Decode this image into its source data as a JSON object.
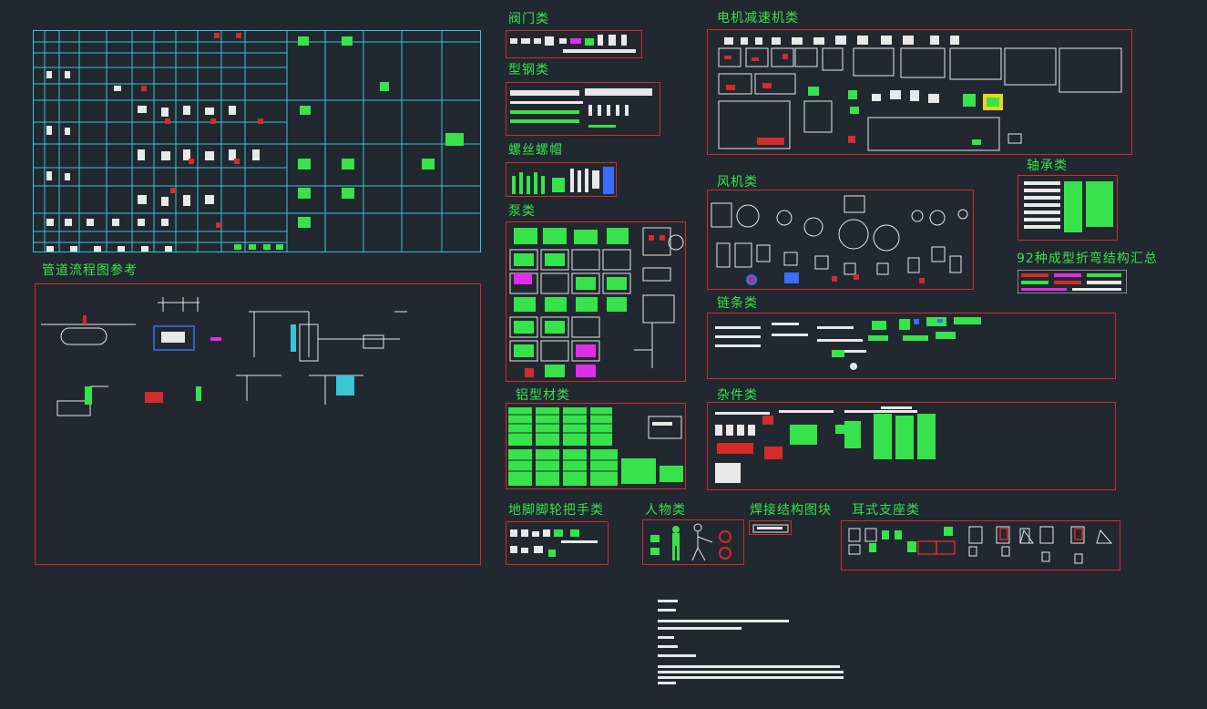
{
  "canvas": {
    "background": "#212830",
    "frame_color": "#d42b2b",
    "label_color": "#37e34a",
    "grid_color": "#35c7d8"
  },
  "labels": {
    "valve": "阀门类",
    "section_steel": "型钢类",
    "screws": "螺丝螺帽",
    "pump": "泵类",
    "aluminum": "铝型材类",
    "feet": "地脚脚轮把手类",
    "person": "人物类",
    "welding": "焊接结构图块",
    "ear_support": "耳式支座类",
    "motor": "电机减速机类",
    "fan": "风机类",
    "bearing": "轴承类",
    "bending": "92种成型折弯结构汇总",
    "chain": "链条类",
    "misc": "杂件类",
    "piping": "管道流程图参考"
  }
}
